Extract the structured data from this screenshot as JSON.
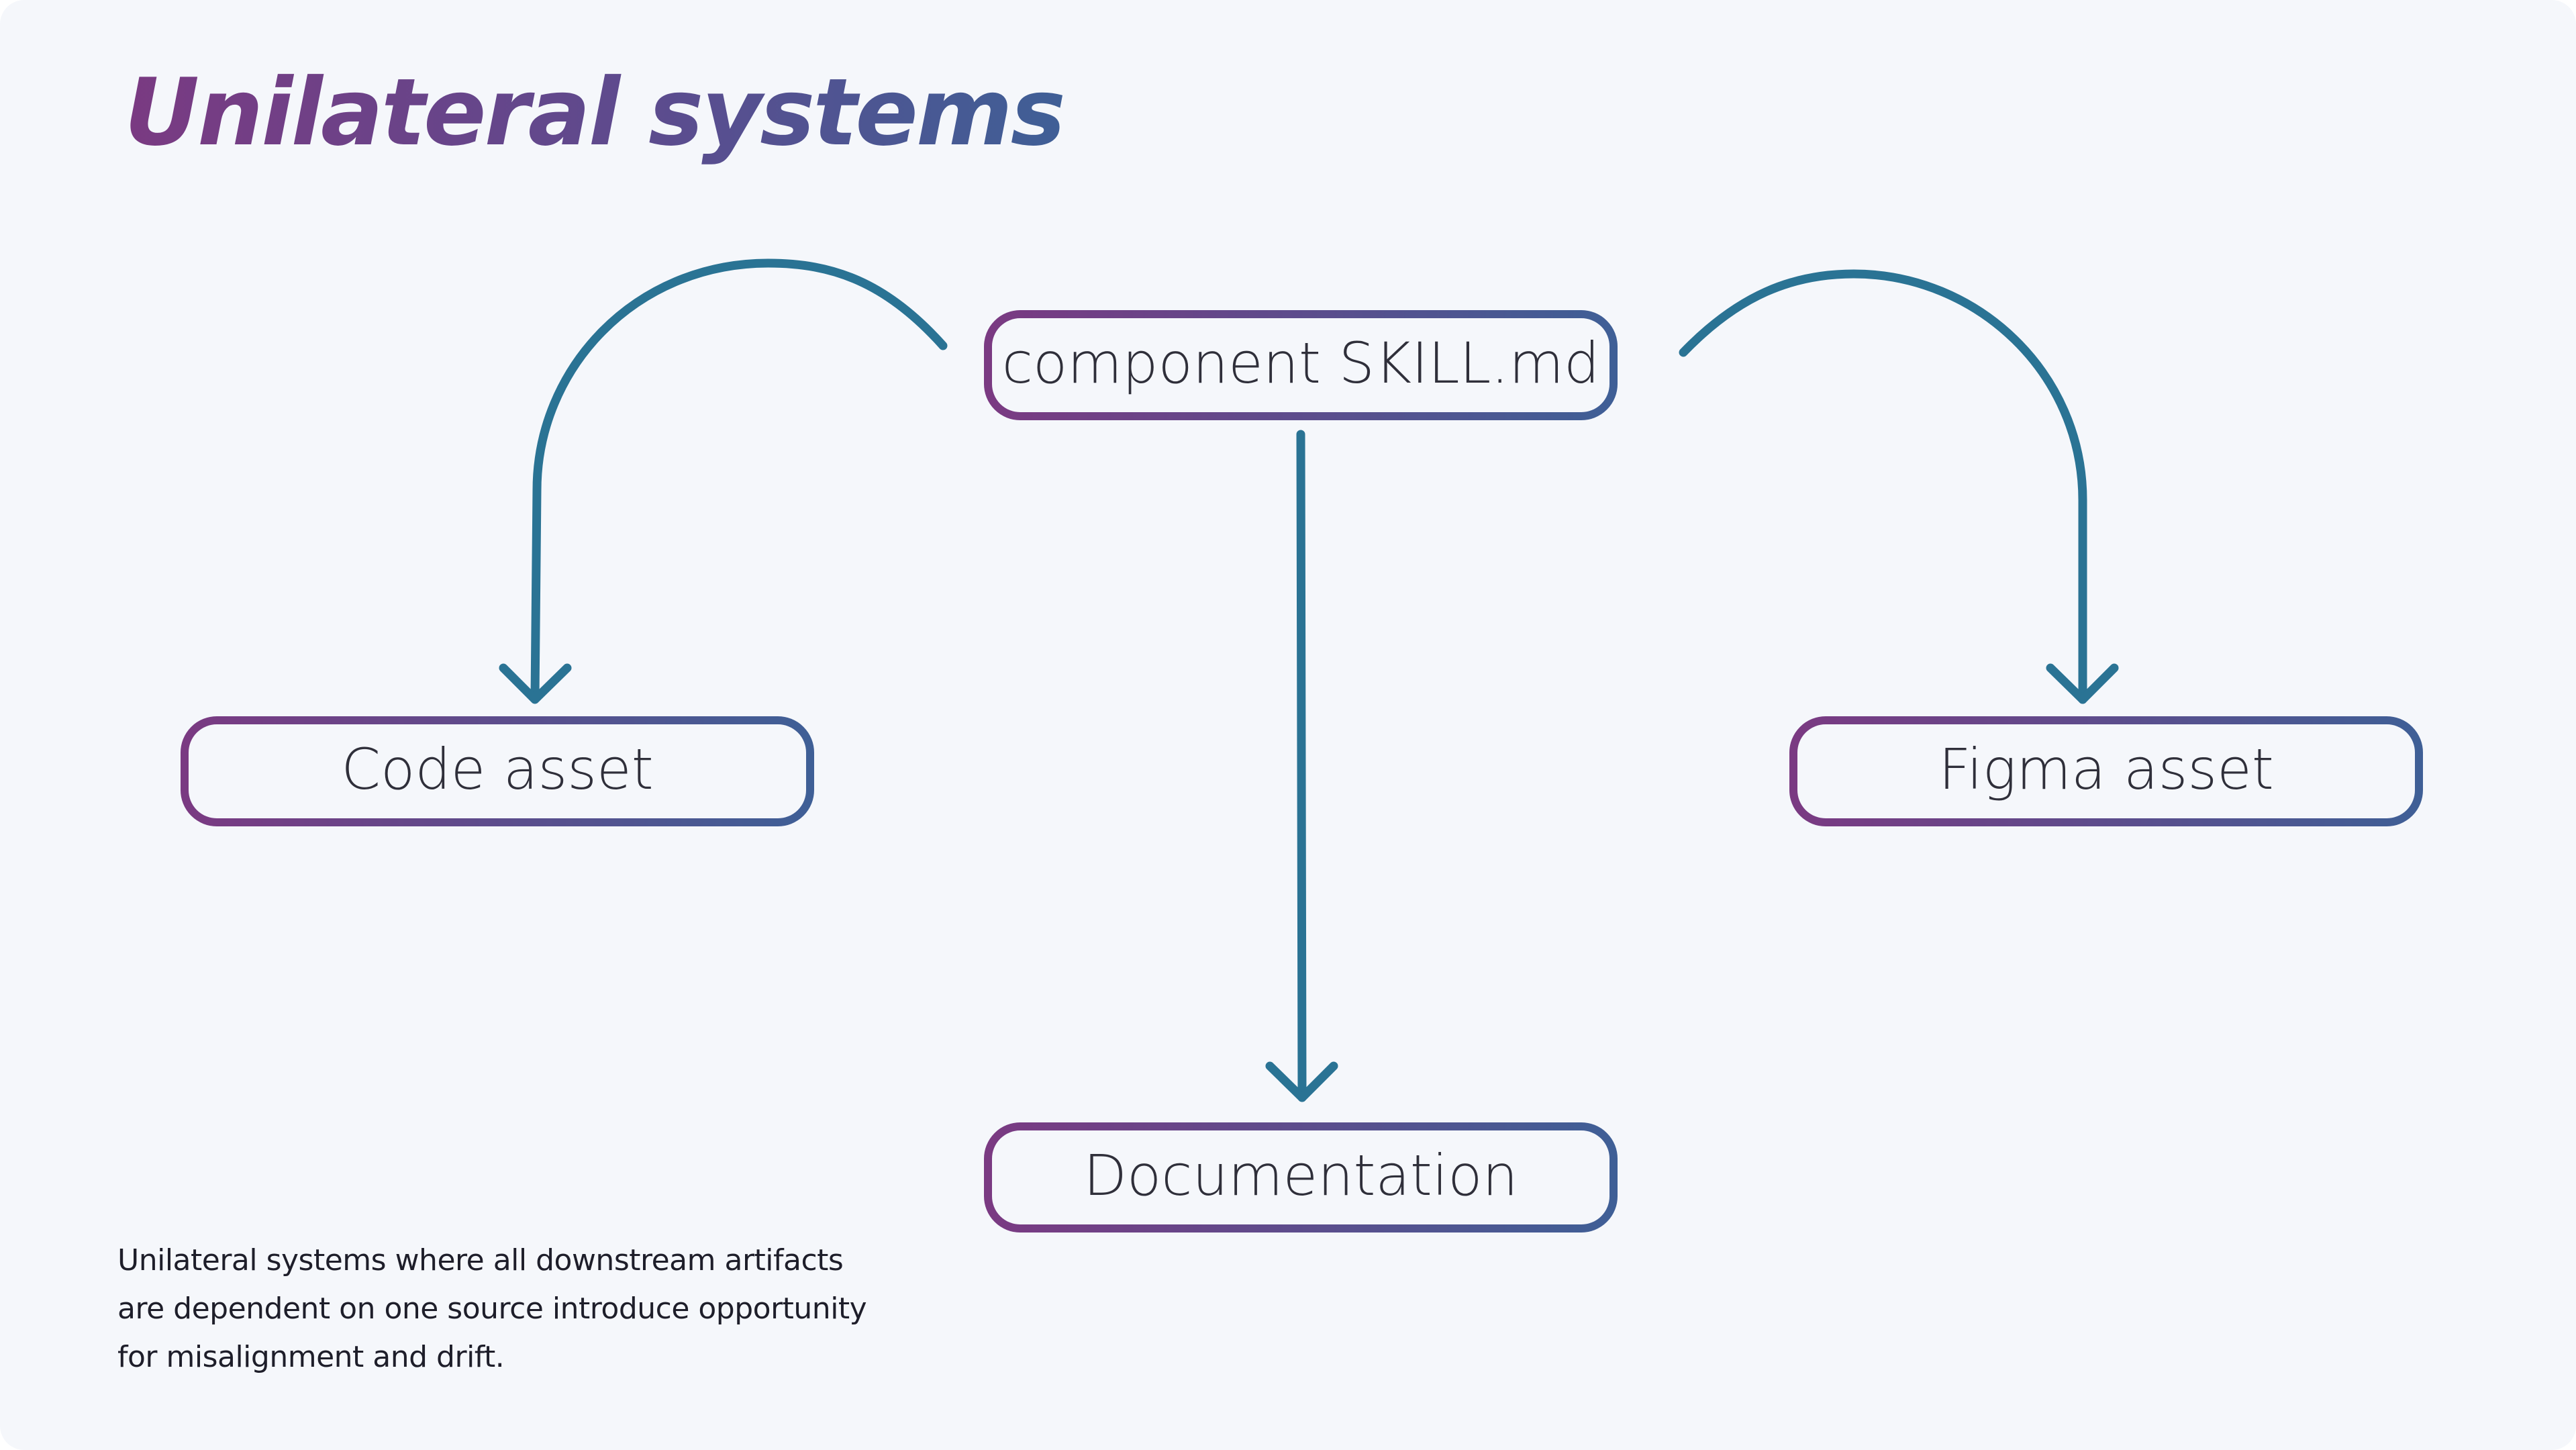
{
  "title": "Unilateral systems",
  "nodes": {
    "source": "component SKILL.md",
    "code": "Code asset",
    "figma": "Figma asset",
    "docs": "Documentation"
  },
  "description": "Unilateral systems where all downstream artifacts are dependent on one source introduce opportunity for misalignment and drift.",
  "colors": {
    "gradient_start": "#7a3a82",
    "gradient_end": "#3f5f96",
    "arrow": "#2a7394",
    "background": "#f5f7fb"
  }
}
